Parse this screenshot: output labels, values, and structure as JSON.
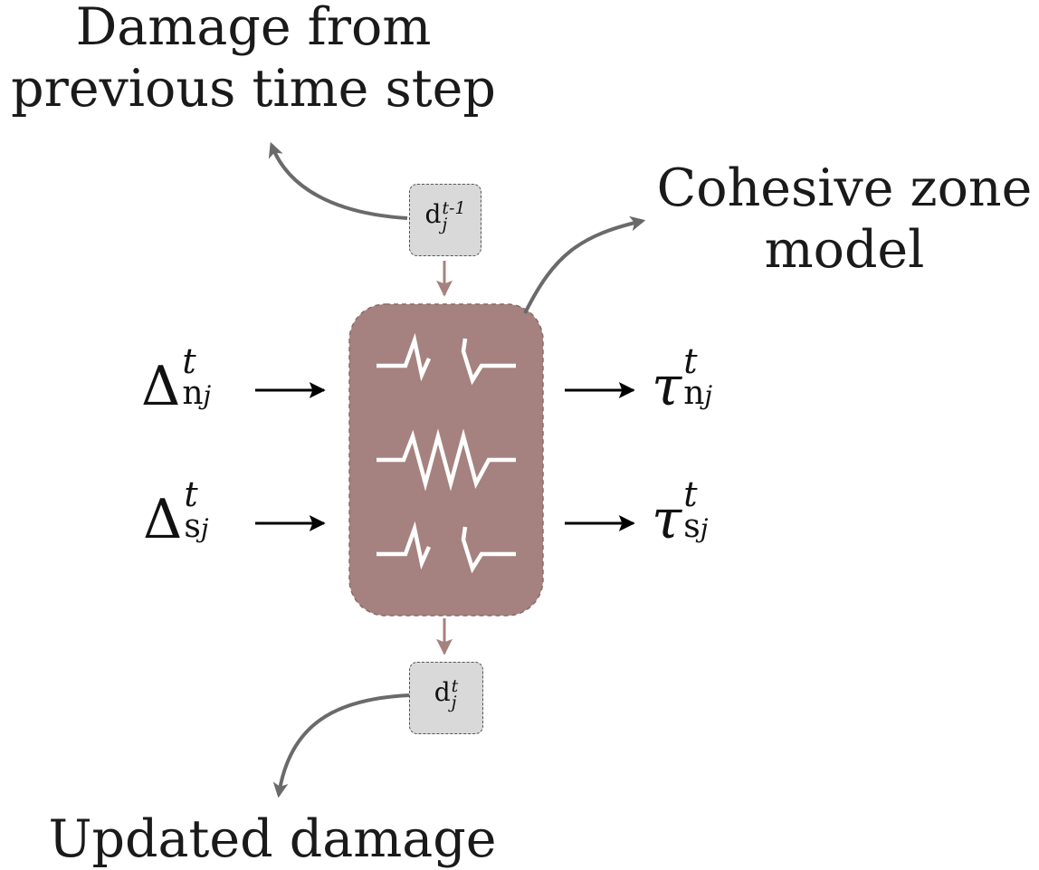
{
  "captions": {
    "previous_damage": [
      "Damage from",
      "previous time step"
    ],
    "model": [
      "Cohesive zone",
      "model"
    ],
    "updated_damage": "Updated damage"
  },
  "inputs": {
    "normal": {
      "symbol": "Δ",
      "sup": "t",
      "sub_main": "n",
      "sub_index": "j"
    },
    "shear": {
      "symbol": "Δ",
      "sup": "t",
      "sub_main": "s",
      "sub_index": "j"
    }
  },
  "outputs": {
    "normal": {
      "symbol": "τ",
      "sup": "t",
      "sub_main": "n",
      "sub_index": "j"
    },
    "shear": {
      "symbol": "τ",
      "sup": "t",
      "sub_main": "s",
      "sub_index": "j"
    }
  },
  "damage_in": {
    "symbol": "d",
    "sup": "t-1",
    "sub": "j"
  },
  "damage_out": {
    "symbol": "d",
    "sup": "t",
    "sub": "j"
  },
  "colors": {
    "model_box": "#a5827f",
    "damage_box": "#d9d9d9",
    "link_arrow": "#6a6a6a",
    "box_arrow": "#a5827f",
    "signal_arrow": "#000000",
    "spring": "#ffffff"
  }
}
